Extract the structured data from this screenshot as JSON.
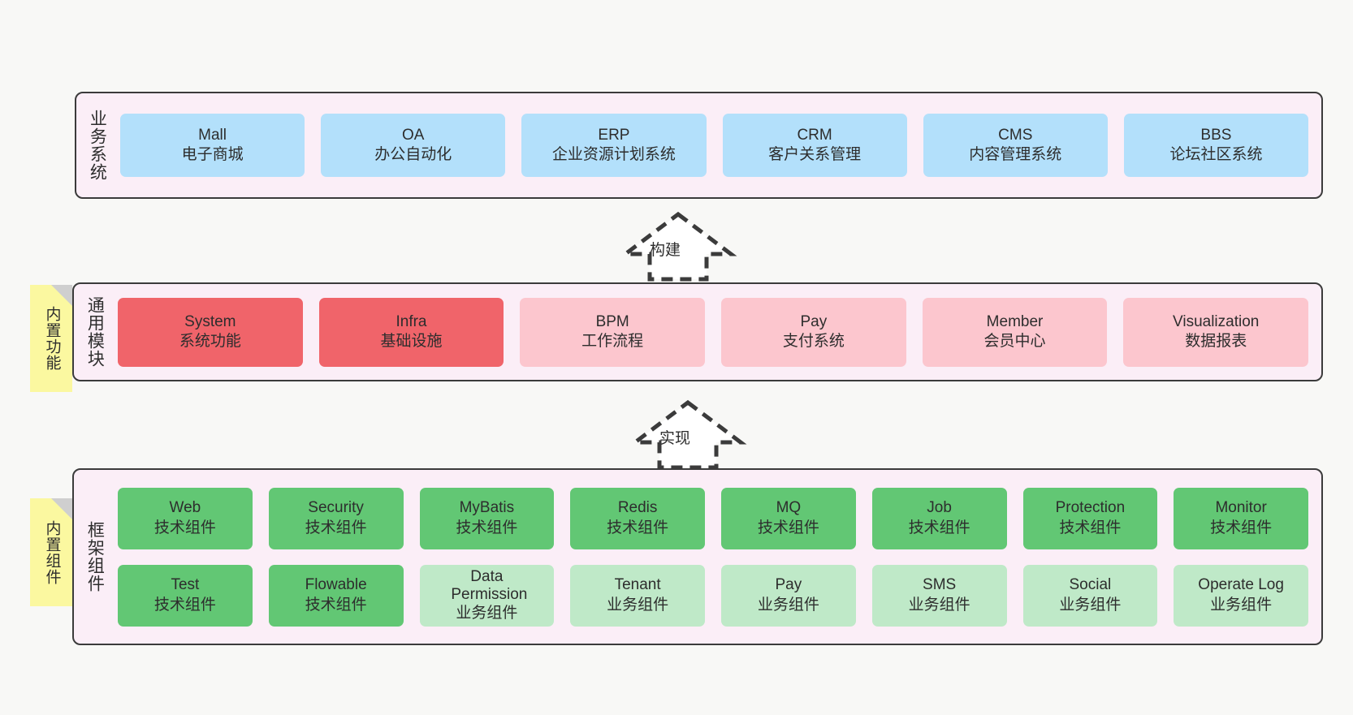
{
  "diagram": {
    "background_color": "#f8f8f6",
    "layer_fill": "#fbeef7",
    "layer_border": "#3b3b3b",
    "note_fill": "#fbf8a0"
  },
  "notes": [
    {
      "label": "内置功能",
      "name": "note-builtin-function"
    },
    {
      "label": "内置组件",
      "name": "note-builtin-component"
    }
  ],
  "arrows": [
    {
      "label": "构建",
      "name": "arrow-build"
    },
    {
      "label": "实现",
      "name": "arrow-implement"
    }
  ],
  "layers": [
    {
      "title": "业务系统",
      "name": "layer-business-system",
      "rows": [
        {
          "cards": [
            {
              "name": "Mall",
              "desc": "电子商城",
              "color": "#b3e0fb",
              "variant": "c-blue"
            },
            {
              "name": "OA",
              "desc": "办公自动化",
              "color": "#b3e0fb",
              "variant": "c-blue"
            },
            {
              "name": "ERP",
              "desc": "企业资源计划系统",
              "color": "#b3e0fb",
              "variant": "c-blue"
            },
            {
              "name": "CRM",
              "desc": "客户关系管理",
              "color": "#b3e0fb",
              "variant": "c-blue"
            },
            {
              "name": "CMS",
              "desc": "内容管理系统",
              "color": "#b3e0fb",
              "variant": "c-blue"
            },
            {
              "name": "BBS",
              "desc": "论坛社区系统",
              "color": "#b3e0fb",
              "variant": "c-blue"
            }
          ]
        }
      ]
    },
    {
      "title": "通用模块",
      "name": "layer-common-module",
      "rows": [
        {
          "cards": [
            {
              "name": "System",
              "desc": "系统功能",
              "color": "#f0646a",
              "variant": "c-red"
            },
            {
              "name": "Infra",
              "desc": "基础设施",
              "color": "#f0646a",
              "variant": "c-red"
            },
            {
              "name": "BPM",
              "desc": "工作流程",
              "color": "#fcc6ce",
              "variant": "c-pink"
            },
            {
              "name": "Pay",
              "desc": "支付系统",
              "color": "#fcc6ce",
              "variant": "c-pink"
            },
            {
              "name": "Member",
              "desc": "会员中心",
              "color": "#fcc6ce",
              "variant": "c-pink"
            },
            {
              "name": "Visualization",
              "desc": "数据报表",
              "color": "#fcc6ce",
              "variant": "c-pink"
            }
          ]
        }
      ]
    },
    {
      "title": "框架组件",
      "name": "layer-framework-component",
      "rows": [
        {
          "cards": [
            {
              "name": "Web",
              "desc": "技术组件",
              "color": "#62c774",
              "variant": "c-green"
            },
            {
              "name": "Security",
              "desc": "技术组件",
              "color": "#62c774",
              "variant": "c-green"
            },
            {
              "name": "MyBatis",
              "desc": "技术组件",
              "color": "#62c774",
              "variant": "c-green"
            },
            {
              "name": "Redis",
              "desc": "技术组件",
              "color": "#62c774",
              "variant": "c-green"
            },
            {
              "name": "MQ",
              "desc": "技术组件",
              "color": "#62c774",
              "variant": "c-green"
            },
            {
              "name": "Job",
              "desc": "技术组件",
              "color": "#62c774",
              "variant": "c-green"
            },
            {
              "name": "Protection",
              "desc": "技术组件",
              "color": "#62c774",
              "variant": "c-green"
            },
            {
              "name": "Monitor",
              "desc": "技术组件",
              "color": "#62c774",
              "variant": "c-green"
            }
          ]
        },
        {
          "cards": [
            {
              "name": "Test",
              "desc": "技术组件",
              "color": "#62c774",
              "variant": "c-green"
            },
            {
              "name": "Flowable",
              "desc": "技术组件",
              "color": "#62c774",
              "variant": "c-green"
            },
            {
              "name": "Data Permission",
              "desc": "业务组件",
              "color": "#bfe9c8",
              "variant": "c-lightgreen"
            },
            {
              "name": "Tenant",
              "desc": "业务组件",
              "color": "#bfe9c8",
              "variant": "c-lightgreen"
            },
            {
              "name": "Pay",
              "desc": "业务组件",
              "color": "#bfe9c8",
              "variant": "c-lightgreen"
            },
            {
              "name": "SMS",
              "desc": "业务组件",
              "color": "#bfe9c8",
              "variant": "c-lightgreen"
            },
            {
              "name": "Social",
              "desc": "业务组件",
              "color": "#bfe9c8",
              "variant": "c-lightgreen"
            },
            {
              "name": "Operate Log",
              "desc": "业务组件",
              "color": "#bfe9c8",
              "variant": "c-lightgreen"
            }
          ]
        }
      ]
    }
  ]
}
